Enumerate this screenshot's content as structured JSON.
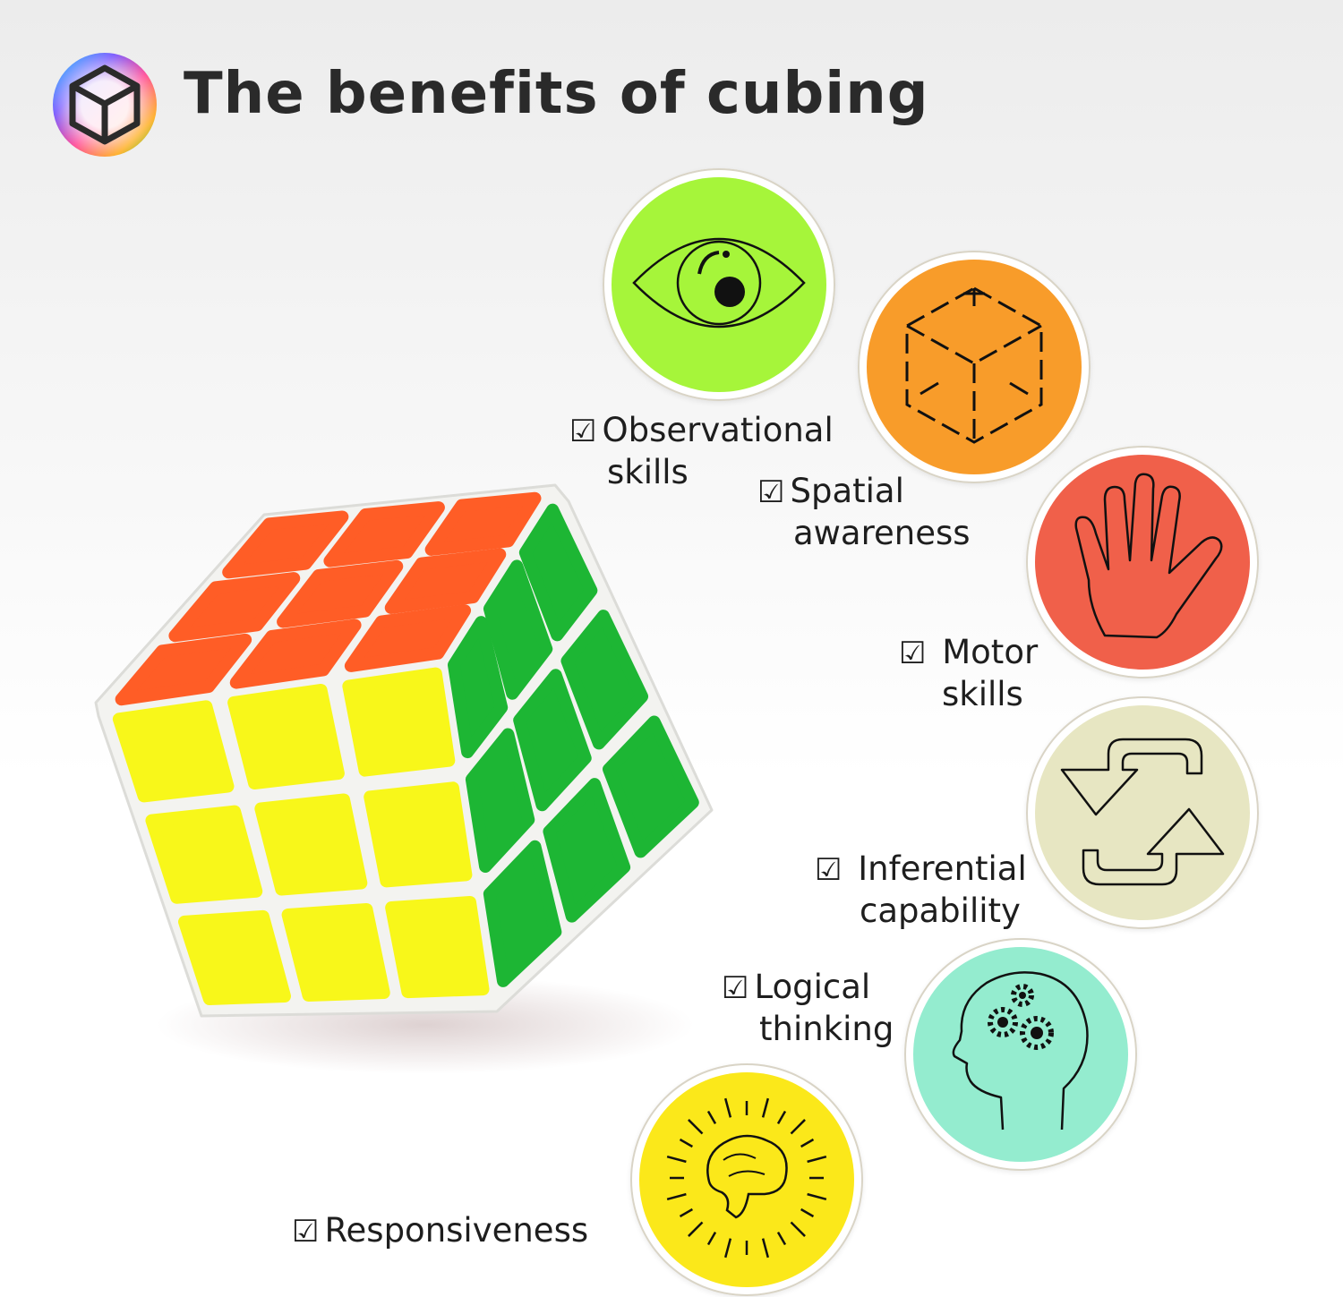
{
  "header": {
    "title": "The benefits of cubing",
    "logo_icon": "rainbow-cube-icon"
  },
  "benefits": [
    {
      "check": "☑",
      "line1": "Observational",
      "line2": "skills",
      "icon": "eye-icon",
      "color": "#a6f53a"
    },
    {
      "check": "☑",
      "line1": "Spatial",
      "line2": "awareness",
      "icon": "wireframe-cube-icon",
      "color": "#f89c2a"
    },
    {
      "check": "☑",
      "line1": "Motor",
      "line2": "skills",
      "icon": "hand-icon",
      "color": "#f0604a"
    },
    {
      "check": "☑",
      "line1": "Inferential",
      "line2": "capability",
      "icon": "cycle-arrows-icon",
      "color": "#e7e6c2"
    },
    {
      "check": "☑",
      "line1": "Logical",
      "line2": "thinking",
      "icon": "head-gears-icon",
      "color": "#94eccf"
    },
    {
      "check": "☑",
      "line1": "Responsiveness",
      "line2": "",
      "icon": "bright-brain-icon",
      "color": "#fbe81a"
    }
  ],
  "cube_colors": {
    "top": "#ff5d26",
    "left": "#f8f71a",
    "right": "#1db634",
    "body": "#f3f3f0"
  }
}
